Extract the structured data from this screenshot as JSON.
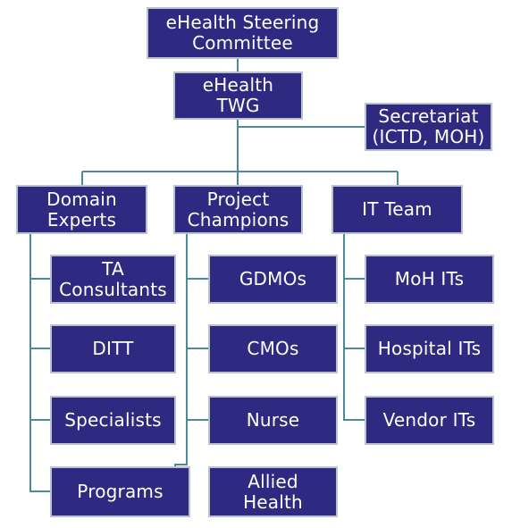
{
  "colors": {
    "box_fill": "#2E2A82",
    "box_text": "#ffffff",
    "connector": "#4c8a99"
  },
  "nodes": {
    "steering_committee": "eHealth Steering\nCommittee",
    "twg": "eHealth\nTWG",
    "secretariat": "Secretariat\n(ICTD, MOH)",
    "domain_experts": "Domain\nExperts",
    "project_champions": "Project\nChampions",
    "it_team": "IT Team",
    "domain_children": [
      "TA\nConsultants",
      "DITT",
      "Specialists",
      "Programs"
    ],
    "champion_children": [
      "GDMOs",
      "CMOs",
      "Nurse",
      "Allied\nHealth"
    ],
    "it_children": [
      "MoH ITs",
      "Hospital ITs",
      "Vendor ITs"
    ]
  }
}
